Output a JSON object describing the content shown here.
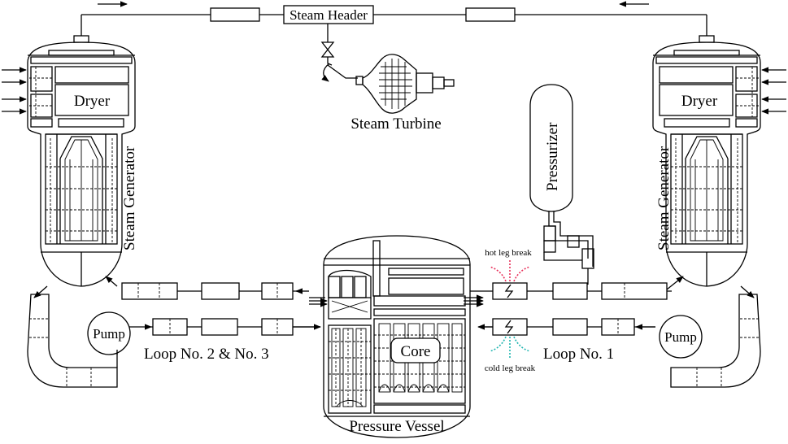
{
  "labels": {
    "steam_header": "Steam Header",
    "steam_turbine": "Steam Turbine",
    "pressurizer": "Pressurizer",
    "dryer_left": "Dryer",
    "dryer_right": "Dryer",
    "sg_left": "Steam Generator",
    "sg_right": "Steam Generator",
    "pump_left": "Pump",
    "pump_right": "Pump",
    "loop_left": "Loop No. 2 & No. 3",
    "loop_right": "Loop No. 1",
    "core": "Core",
    "pressure_vessel": "Pressure Vessel",
    "hot_leg_break": "hot leg break",
    "cold_leg_break": "cold leg break"
  },
  "colors": {
    "line": "#000000",
    "hot_leg_break": "#e8305a",
    "cold_leg_break": "#1fb5b0"
  }
}
